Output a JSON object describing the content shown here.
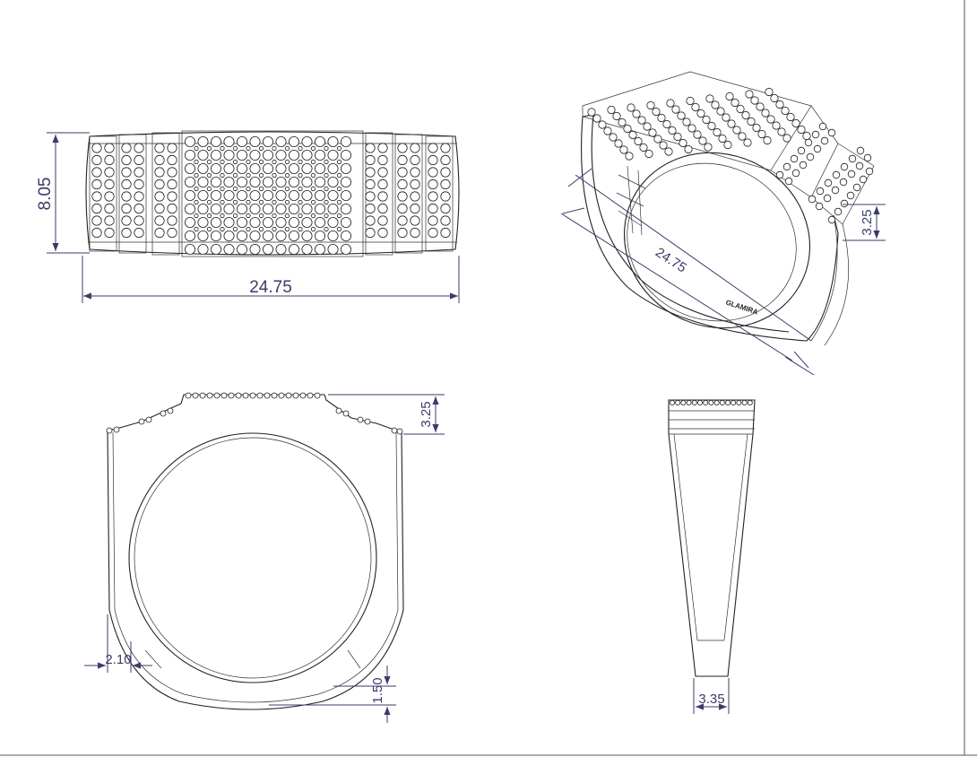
{
  "dimensions": {
    "top_height": "8.05",
    "top_width": "24.75",
    "iso_width": "24.75",
    "iso_height": "3.25",
    "front_step_height": "3.25",
    "front_shank_width": "2.10",
    "front_bottom_thickness": "1.50",
    "side_bottom_width": "3.35"
  },
  "engraving": "GLAMIRA",
  "colors": {
    "line": "#222222",
    "dimension": "#3b3b6b"
  }
}
